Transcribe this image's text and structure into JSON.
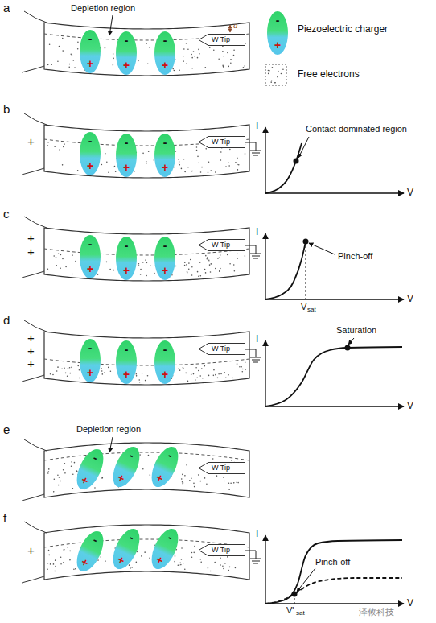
{
  "diagram": {
    "nodes": [
      {
        "text": [
          "-",
          "+"
        ]
      },
      {
        "text": [
          "-",
          "+"
        ]
      },
      {
        "text": [
          "-",
          "+"
        ]
      },
      {
        "text": [
          "W Tip"
        ]
      },
      {
        "text": [
          "-",
          "+"
        ]
      },
      {
        "text": [
          "-",
          "+"
        ]
      },
      {
        "text": [
          "-",
          "+"
        ]
      },
      {
        "text": [
          "-",
          "+"
        ]
      },
      {
        "text": [
          "W Tip"
        ]
      },
      {
        "text": [
          "-",
          "+"
        ]
      },
      {
        "text": [
          "-",
          "+"
        ]
      },
      {
        "text": [
          "-",
          "+"
        ]
      },
      {
        "text": [
          "W Tip"
        ]
      },
      {
        "text": [
          "-",
          "+"
        ]
      },
      {
        "text": [
          "-",
          "+"
        ]
      },
      {
        "text": [
          "-",
          "+"
        ]
      },
      {
        "text": [
          "W Tip"
        ]
      },
      {
        "text": [
          "-",
          "+"
        ]
      },
      {
        "text": [
          "-",
          "+"
        ]
      },
      {
        "text": [
          "-",
          "+"
        ]
      },
      {
        "text": [
          "W Tip"
        ]
      },
      {
        "text": [
          "-",
          "+"
        ]
      },
      {
        "text": [
          "-",
          "+"
        ]
      },
      {
        "text": [
          "-",
          "+"
        ]
      },
      {
        "text": [
          "W Tip"
        ]
      }
    ],
    "labels": [
      "a",
      "Depletion region",
      "a",
      "b",
      "+",
      "I",
      "V",
      "Contact dominated region",
      "c",
      "+",
      "+",
      "I",
      "V",
      "Pinch-off",
      "V",
      "sat",
      "d",
      "+",
      "+",
      "+",
      "I",
      "V",
      "Saturation",
      "e",
      "Depletion region",
      "f",
      "+",
      "I",
      "V",
      "Pinch-off",
      "V'",
      "sat",
      "泽攸科技"
    ],
    "legend": [
      {
        "text": "Piezoelectric charger"
      },
      {
        "text": "Free electrons"
      }
    ]
  }
}
